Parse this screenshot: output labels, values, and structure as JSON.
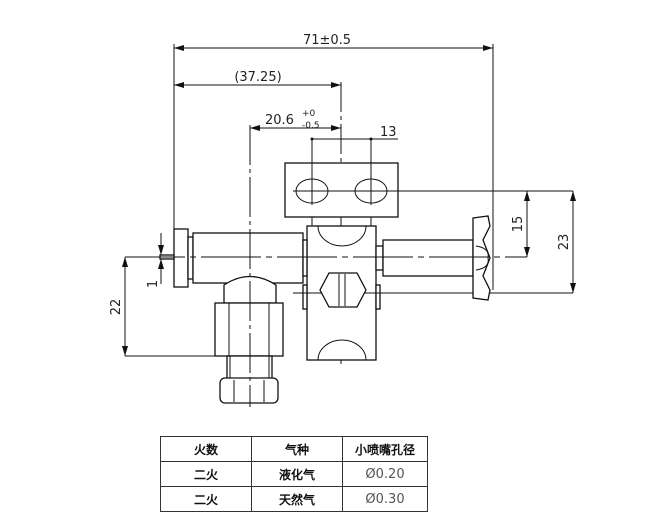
{
  "dimensions": {
    "overall_length": "71±0.5",
    "ref_length": "(37.25)",
    "offset_base": "20.6",
    "offset_tol_upper": "+0",
    "offset_tol_lower": "-0.5",
    "slot_spacing": "13",
    "height_15": "15",
    "height_23": "23",
    "height_22": "22",
    "pin_1": "1"
  },
  "table": {
    "headers": [
      "火数",
      "气种",
      "小喷嘴孔径"
    ],
    "rows": [
      [
        "二火",
        "液化气",
        "Ø0.20"
      ],
      [
        "二火",
        "天然气",
        "Ø0.30"
      ]
    ]
  }
}
